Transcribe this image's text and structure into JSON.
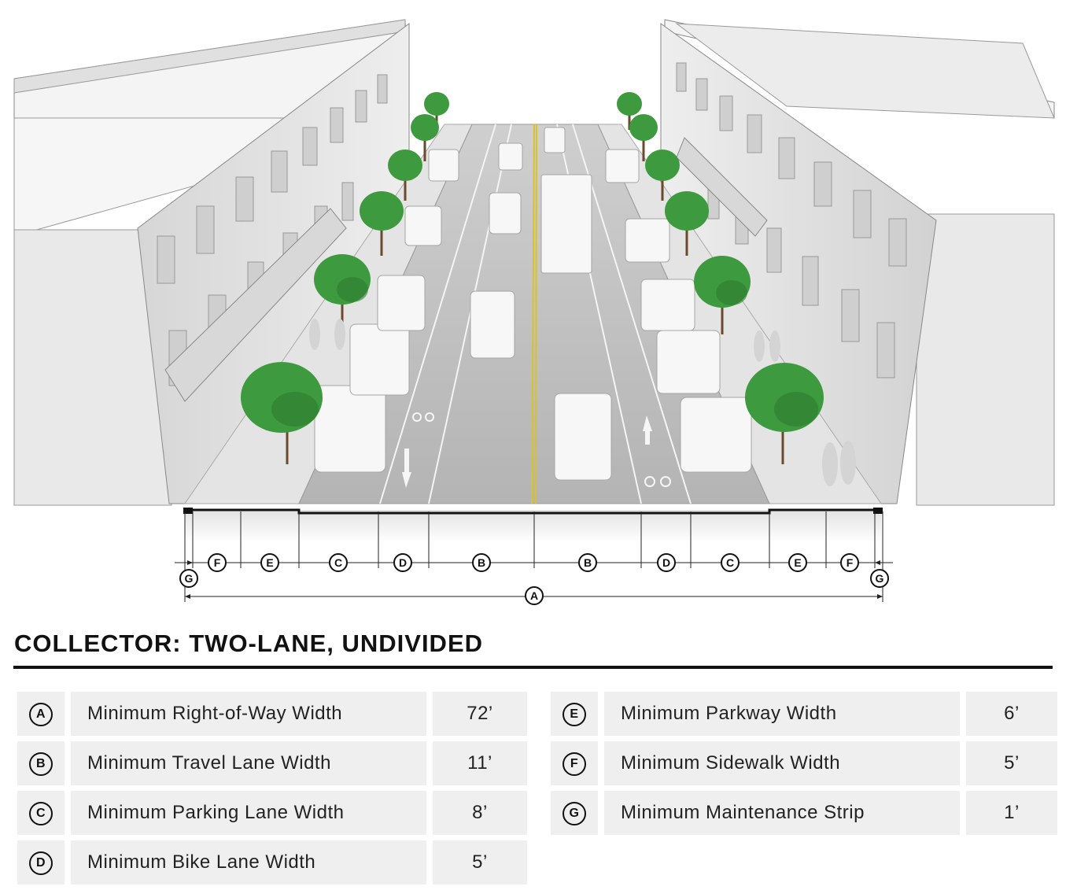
{
  "title": "COLLECTOR: TWO-LANE, UNDIVIDED",
  "dimension_labels": {
    "top_row": [
      "F",
      "E",
      "C",
      "D",
      "B",
      "B",
      "D",
      "C",
      "E",
      "F"
    ],
    "maintenance_left": "G",
    "maintenance_right": "G",
    "total": "A"
  },
  "colors": {
    "tree": "#3e9a3e",
    "road": "#bdbdbd",
    "centerline": "#d9c22a",
    "table_cell": "#efefef"
  },
  "left_table": [
    {
      "letter": "A",
      "label": "Minimum Right-of-Way Width",
      "value": "72’"
    },
    {
      "letter": "B",
      "label": "Minimum Travel Lane Width",
      "value": "11’"
    },
    {
      "letter": "C",
      "label": "Minimum Parking Lane Width",
      "value": "8’"
    },
    {
      "letter": "D",
      "label": "Minimum Bike Lane Width",
      "value": "5’"
    }
  ],
  "right_table": [
    {
      "letter": "E",
      "label": "Minimum Parkway Width",
      "value": "6’"
    },
    {
      "letter": "F",
      "label": "Minimum Sidewalk Width",
      "value": "5’"
    },
    {
      "letter": "G",
      "label": "Minimum Maintenance Strip",
      "value": "1’"
    }
  ]
}
